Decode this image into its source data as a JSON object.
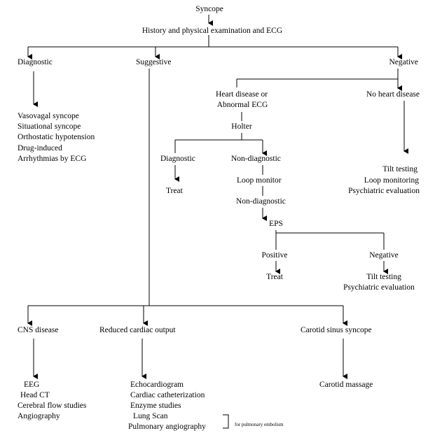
{
  "root": "Syncope",
  "step1": "History and physical examination and ECG",
  "branches": {
    "diagnostic": {
      "label": "Diagnostic",
      "items": [
        "Vasovagal syncope",
        "Situational syncope",
        "Orthostatic hypotension",
        "Drug-induced",
        "Arrhythmias by ECG"
      ]
    },
    "suggestive": {
      "label": "Suggestive"
    },
    "negative": {
      "label": "Negative"
    }
  },
  "heart": {
    "label_line1": "Heart disease or",
    "label_line2": "Abnormal ECG",
    "holter": "Holter",
    "diagnostic": "Diagnostic",
    "treat": "Treat",
    "non_diagnostic": "Non-diagnostic",
    "loop_monitor": "Loop monitor",
    "non_diagnostic_2": "Non-diagnostic",
    "eps": "EPS",
    "positive": "Positive",
    "treat_2": "Treat",
    "negative": "Negative",
    "tilt_testing": "Tilt testing",
    "psychiatric_evaluation": "Psychiatric evaluation"
  },
  "no_heart": {
    "label": "No heart disease",
    "items": [
      "Tilt testing",
      "Loop monitoring",
      "Psychiatric evaluation"
    ]
  },
  "lower": {
    "cns": {
      "label": "CNS disease",
      "items": [
        "EEG",
        "Head CT",
        "Cerebral flow studies",
        "Angiography"
      ]
    },
    "cardiac": {
      "label": "Reduced cardiac output",
      "items": [
        "Echocardiogram",
        "Cardiac catheterization",
        "Enzyme studies",
        "Lung Scan",
        "Pulmonary angiography"
      ],
      "bracket_note": "for pulmonary embolism"
    },
    "carotid": {
      "label": "Carotid sinus syncope",
      "items": [
        "Carotid massage"
      ]
    }
  }
}
